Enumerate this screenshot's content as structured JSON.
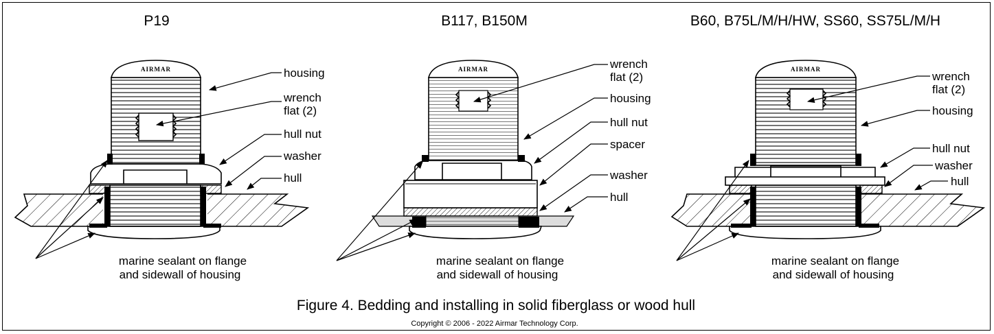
{
  "panels": [
    {
      "title": "P19",
      "brand": "AIRMAR",
      "labels": {
        "housing": "housing",
        "wrench_l1": "wrench",
        "wrench_l2": "flat (2)",
        "hull_nut": "hull nut",
        "washer": "washer",
        "hull": "hull"
      },
      "sealant_l1": "marine sealant on flange",
      "sealant_l2": "and sidewall of housing"
    },
    {
      "title": "B117, B150M",
      "brand": "AIRMAR",
      "labels": {
        "wrench_l1": "wrench",
        "wrench_l2": "flat (2)",
        "housing": "housing",
        "hull_nut": "hull nut",
        "spacer": "spacer",
        "washer": "washer",
        "hull": "hull"
      },
      "sealant_l1": "marine sealant on flange",
      "sealant_l2": "and sidewall of housing"
    },
    {
      "title": "B60, B75L/M/H/HW, SS60, SS75L/M/H",
      "brand": "AIRMAR",
      "labels": {
        "wrench_l1": "wrench",
        "wrench_l2": "flat (2)",
        "housing": "housing",
        "hull_nut": "hull nut",
        "washer": "washer",
        "hull": "hull"
      },
      "sealant_l1": "marine sealant on flange",
      "sealant_l2": "and sidewall of housing"
    }
  ],
  "caption": "Figure 4. Bedding and installing in solid fiberglass or wood hull",
  "copyright": "Copyright © 2006 - 2022 Airmar Technology Corp."
}
